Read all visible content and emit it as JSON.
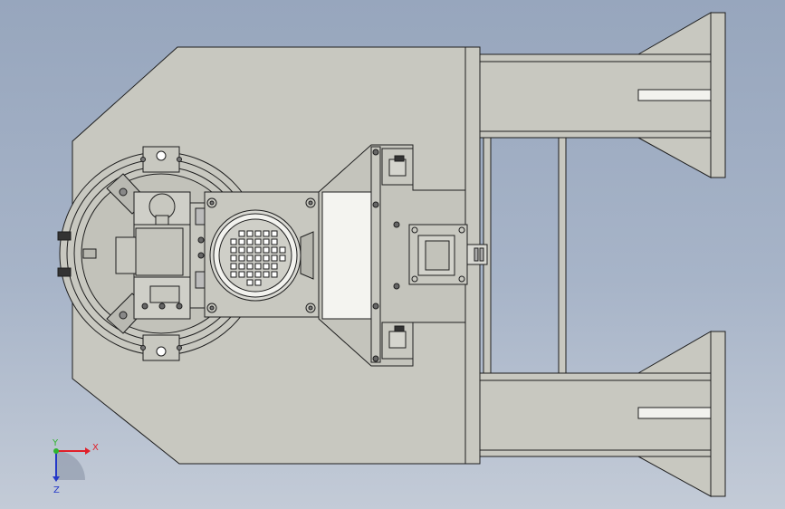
{
  "triad": {
    "x_label": "X",
    "y_label": "Y",
    "z_label": "Z",
    "x_color": "#e0202a",
    "y_color": "#2fb52f",
    "z_color": "#2438c8"
  },
  "colors": {
    "background_top": "#97a6bd",
    "background_bottom": "#c3cbd7",
    "part_fill": "#c8c8c0",
    "edge": "#1e1e1e"
  },
  "icons": [
    "coordinate-triad-icon"
  ]
}
